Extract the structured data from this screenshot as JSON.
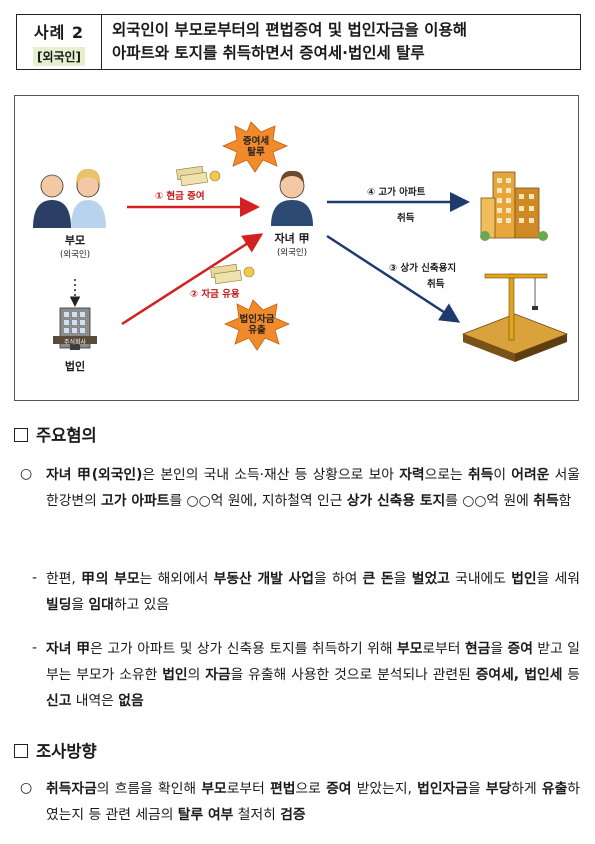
{
  "header": {
    "case_label": "사례 2",
    "case_tag": "[외국인]",
    "title_line1": "외국인이 부모로부터의 편법증여 및 법인자금을 이용해",
    "title_line2": "아파트와 토지를 취득하면서 증여세·법인세 탈루"
  },
  "diagram": {
    "parents_label": "부모",
    "parents_sub": "(외국인)",
    "corp_label": "법인",
    "corp_sign": "주식회사",
    "child_label": "자녀 甲",
    "child_sub": "(외국인)",
    "flow1": "① 현금 증여",
    "flow2": "② 자금 유용",
    "flow3_l1": "③ 상가 신축용지",
    "flow3_l2": "취득",
    "flow4_l1": "④ 고가 아파트",
    "flow4_l2": "취득",
    "burst1_l1": "증여세",
    "burst1_l2": "탈루",
    "burst2_l1": "법인자금",
    "burst2_l2": "유출",
    "colors": {
      "red_arrow": "#d42020",
      "navy_arrow": "#1f3b6e",
      "burst": "#f08a2a"
    }
  },
  "section1": {
    "heading": "주요혐의",
    "p1": [
      {
        "t": "자녀 甲(외국인)",
        "b": true
      },
      {
        "t": "은 본인의 국내 소득·재산 등 상황으로 보아 ",
        "b": false
      },
      {
        "t": "자력",
        "b": true
      },
      {
        "t": "으로는 ",
        "b": false
      },
      {
        "t": "취득",
        "b": true
      },
      {
        "t": "이 ",
        "b": false
      },
      {
        "t": "어려운",
        "b": true
      },
      {
        "t": " 서울 한강변의 ",
        "b": false
      },
      {
        "t": "고가 아파트",
        "b": true
      },
      {
        "t": "를 ○○억 원에, 지하철역 인근 ",
        "b": false
      },
      {
        "t": "상가 신축용 토지",
        "b": true
      },
      {
        "t": "를 ○○억 원에 ",
        "b": false
      },
      {
        "t": "취득",
        "b": true
      },
      {
        "t": "함",
        "b": false
      }
    ],
    "p2": [
      {
        "t": "한편, ",
        "b": false
      },
      {
        "t": "甲의 부모",
        "b": true
      },
      {
        "t": "는 해외에서 ",
        "b": false
      },
      {
        "t": "부동산 개발 사업",
        "b": true
      },
      {
        "t": "을 하여 ",
        "b": false
      },
      {
        "t": "큰 돈",
        "b": true
      },
      {
        "t": "을 ",
        "b": false
      },
      {
        "t": "벌었고",
        "b": true
      },
      {
        "t": " 국내에도 ",
        "b": false
      },
      {
        "t": "법인",
        "b": true
      },
      {
        "t": "을 세워 ",
        "b": false
      },
      {
        "t": "빌딩",
        "b": true
      },
      {
        "t": "을 ",
        "b": false
      },
      {
        "t": "임대",
        "b": true
      },
      {
        "t": "하고 있음",
        "b": false
      }
    ],
    "p3": [
      {
        "t": "자녀 甲",
        "b": true
      },
      {
        "t": "은 고가 아파트 및 상가 신축용 토지를 취득하기 위해 ",
        "b": false
      },
      {
        "t": "부모",
        "b": true
      },
      {
        "t": "로부터 ",
        "b": false
      },
      {
        "t": "현금",
        "b": true
      },
      {
        "t": "을 ",
        "b": false
      },
      {
        "t": "증여",
        "b": true
      },
      {
        "t": " 받고 일부는 부모가 소유한 ",
        "b": false
      },
      {
        "t": "법인",
        "b": true
      },
      {
        "t": "의 ",
        "b": false
      },
      {
        "t": "자금",
        "b": true
      },
      {
        "t": "을 유출해 사용한 것으로 분석되나 관련된 ",
        "b": false
      },
      {
        "t": "증여세, 법인세",
        "b": true
      },
      {
        "t": " 등 ",
        "b": false
      },
      {
        "t": "신고",
        "b": true
      },
      {
        "t": " 내역은 ",
        "b": false
      },
      {
        "t": "없음",
        "b": true
      }
    ]
  },
  "section2": {
    "heading": "조사방향",
    "p1": [
      {
        "t": "취득자금",
        "b": true
      },
      {
        "t": "의 흐름을 확인해 ",
        "b": false
      },
      {
        "t": "부모",
        "b": true
      },
      {
        "t": "로부터 ",
        "b": false
      },
      {
        "t": "편법",
        "b": true
      },
      {
        "t": "으로 ",
        "b": false
      },
      {
        "t": "증여",
        "b": true
      },
      {
        "t": " 받았는지, ",
        "b": false
      },
      {
        "t": "법인자금",
        "b": true
      },
      {
        "t": "을 ",
        "b": false
      },
      {
        "t": "부당",
        "b": true
      },
      {
        "t": "하게 ",
        "b": false
      },
      {
        "t": "유출",
        "b": true
      },
      {
        "t": "하였는지 등 관련 세금의 ",
        "b": false
      },
      {
        "t": "탈루 여부",
        "b": true
      },
      {
        "t": " 철저히 ",
        "b": false
      },
      {
        "t": "검증",
        "b": true
      }
    ]
  },
  "bullets": {
    "circle": "○",
    "dash": "-"
  }
}
